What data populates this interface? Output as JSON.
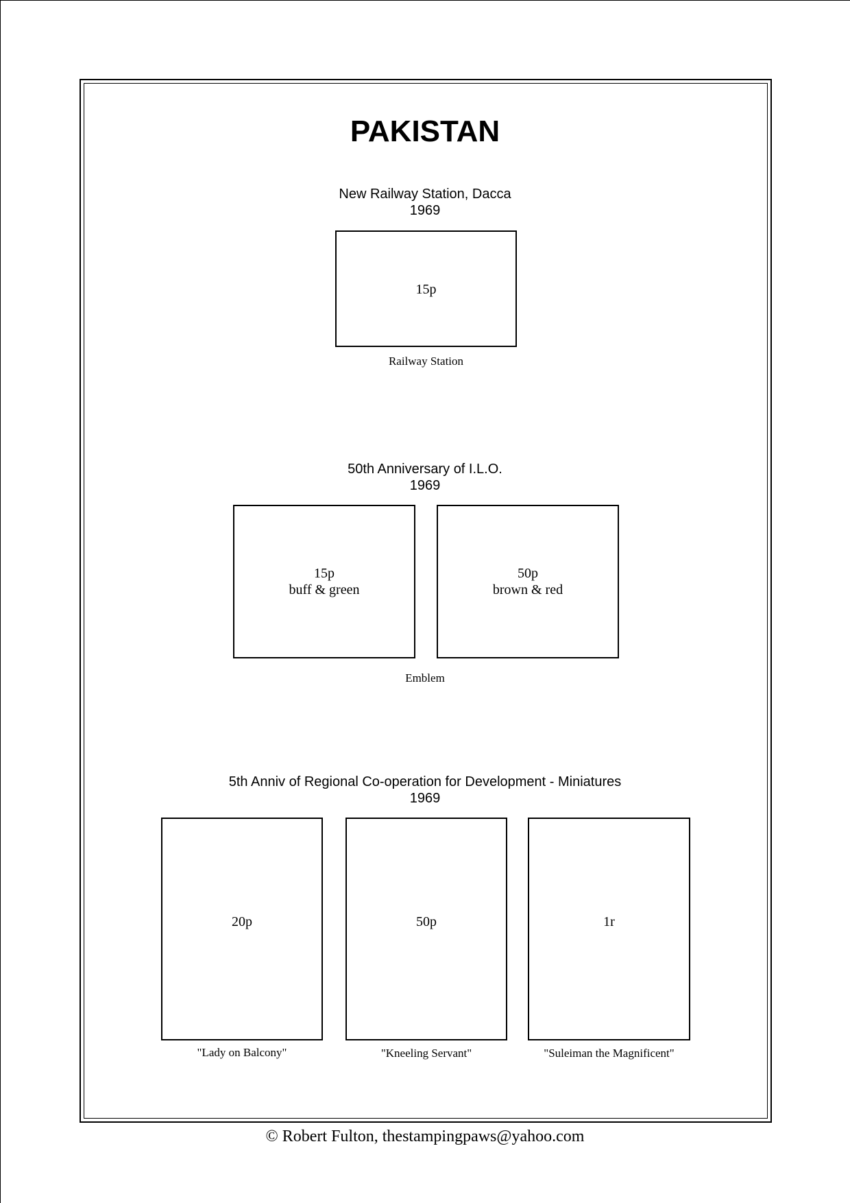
{
  "page": {
    "title": "PAKISTAN",
    "footer": "©  Robert Fulton, thestampingpaws@yahoo.com"
  },
  "sections": [
    {
      "title": "New Railway Station, Dacca",
      "year": "1969",
      "stamps": [
        {
          "value": "15p",
          "color": ""
        }
      ],
      "caption": "Railway Station"
    },
    {
      "title": "50th Anniversary of I.L.O.",
      "year": "1969",
      "stamps": [
        {
          "value": "15p",
          "color": "buff & green"
        },
        {
          "value": "50p",
          "color": "brown & red"
        }
      ],
      "caption": "Emblem"
    },
    {
      "title": "5th Anniv of Regional Co-operation for Development - Miniatures",
      "year": "1969",
      "stamps": [
        {
          "value": "20p",
          "caption": "\"Lady on Balcony\""
        },
        {
          "value": "50p",
          "caption": "\"Kneeling Servant\""
        },
        {
          "value": "1r",
          "caption": "\"Suleiman the Magnificent\""
        }
      ]
    }
  ]
}
